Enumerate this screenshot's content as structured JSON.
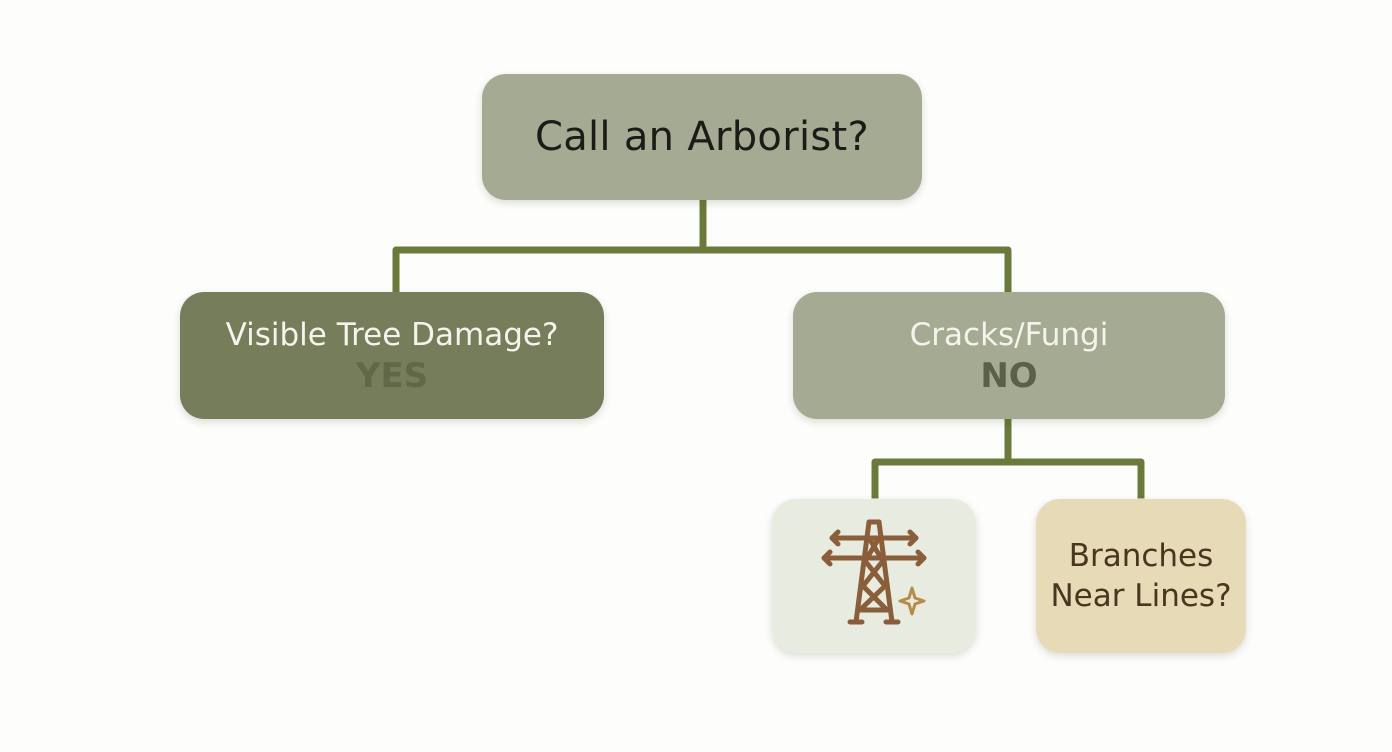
{
  "colors": {
    "background": "#fdfdfc",
    "root_fill": "#a5ab92",
    "left_fill": "#767d5a",
    "right_fill": "#a5ab92",
    "icon_fill": "#e8ece0",
    "lines_fill": "#e6dbb6",
    "connector": "#6a7a3a",
    "answer_left": "#616848",
    "answer_right": "#5b6146",
    "tower": "#8a5e3a"
  },
  "nodes": {
    "root": {
      "label": "Call an Arborist?"
    },
    "left": {
      "label": "Visible Tree Damage?",
      "answer": "YES"
    },
    "right": {
      "label": "Cracks/Fungi",
      "answer": "NO"
    },
    "icon": {
      "icon": "power-tower-icon"
    },
    "lines": {
      "label": "Branches Near Lines?"
    }
  }
}
